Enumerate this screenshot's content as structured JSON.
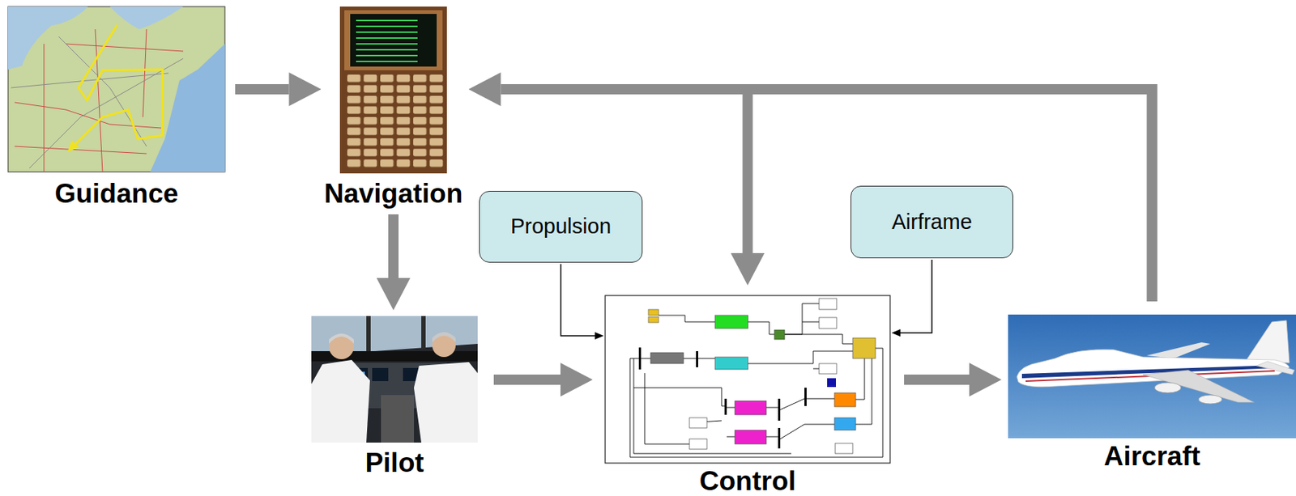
{
  "diagram": {
    "nodes": [
      {
        "text": [
          "Guidance"
        ]
      },
      {
        "text": [
          "Navigation"
        ]
      },
      {
        "text": [
          "Propulsion"
        ]
      },
      {
        "text": [
          "Airframe"
        ]
      },
      {
        "text": [
          "Pilot"
        ]
      },
      {
        "text": [
          "Control"
        ]
      },
      {
        "text": [
          "Aircraft"
        ]
      }
    ],
    "edges": [
      {
        "from": 0,
        "to": 1,
        "arrow": "to"
      },
      {
        "from": 1,
        "to": 4,
        "arrow": "to"
      },
      {
        "from": 4,
        "to": 5,
        "arrow": "to"
      },
      {
        "from": 5,
        "to": 6,
        "arrow": "to"
      },
      {
        "from": 6,
        "to": 1,
        "arrow": "to"
      },
      {
        "from": 6,
        "to": 5,
        "arrow": "to"
      },
      {
        "from": 2,
        "to": 5,
        "arrow": "to"
      },
      {
        "from": 3,
        "to": 5,
        "arrow": "to"
      }
    ]
  }
}
